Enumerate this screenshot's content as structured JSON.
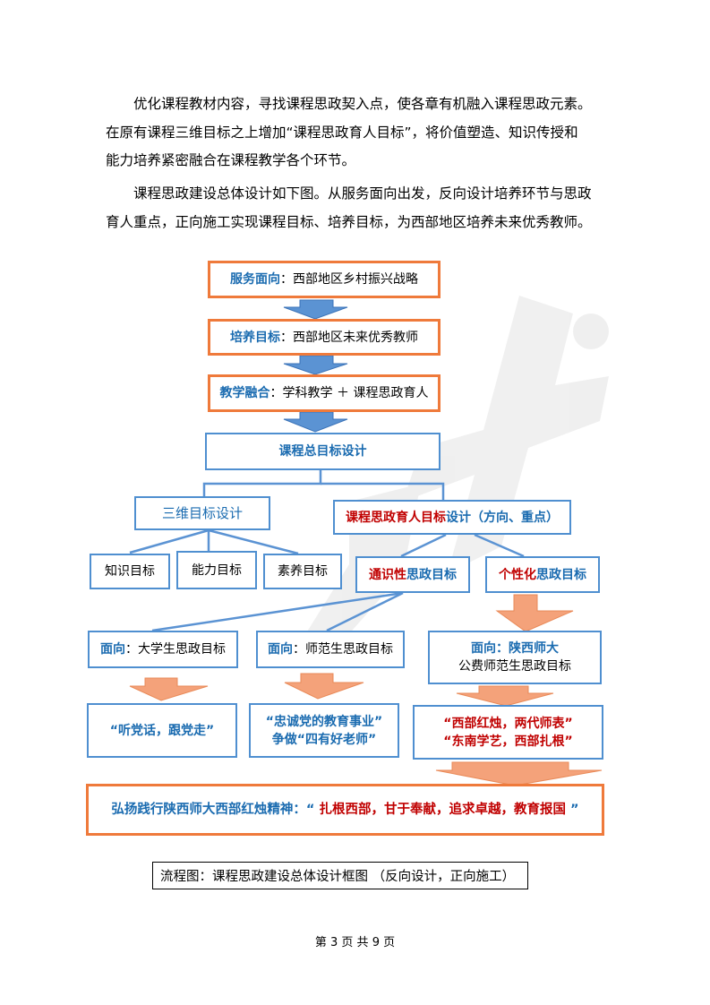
{
  "paragraphs": [
    [
      "优化课程教材内容，寻找课程思政契入点，使各章有机融入课程思政元素。",
      "在原有课程三维目标之上增加“课程思政育人目标”，将价值塑造、知识传授和",
      "能力培养紧密融合在课程教学各个环节。"
    ],
    [
      "课程思政建设总体设计如下图。从服务面向出发，反向设计培养环节与思政",
      "育人重点，正向施工实现课程目标、培养目标，为西部地区培养未来优秀教师。"
    ]
  ],
  "flow": {
    "service": {
      "label": "服务面向",
      "text": "：西部地区乡村振兴战略"
    },
    "training": {
      "label": "培养目标",
      "text": "：西部地区未来优秀教师"
    },
    "fusion": {
      "label": "教学融合",
      "text": "：学科教学 ＋ 课程思政育人"
    },
    "overall": "课程总目标设计",
    "three_dim": "三维目标设计",
    "ideo": {
      "red": "课程思政育人目标",
      "blue": "设计（方向、重点）"
    },
    "knowledge": "知识目标",
    "ability": "能力目标",
    "literacy": "素养目标",
    "general": {
      "red": "通识性",
      "blue": "思政目标"
    },
    "personal": {
      "red": "个性化",
      "blue": "思政目标"
    },
    "face1": {
      "label": "面向",
      "text": "：大学生思政目标"
    },
    "face2": {
      "label": "面向",
      "text": "：师范生思政目标"
    },
    "face3": {
      "label": "面向：陕西师大",
      "text": "公费师范生思政目标"
    },
    "out1": "“听党话，跟党走”",
    "out2": {
      "line1": "“忠诚党的教育事业”",
      "line2": "争做“四有好老师”"
    },
    "out3": {
      "line1": "“西部红烛，两代师表”",
      "line2": "“东南学艺，西部扎根”"
    },
    "spirit": {
      "blue": "弘扬践行陕西师大西部红烛精神：“",
      "red": " 扎根西部，甘于奉献，追求卓越，教育报国 ",
      "end": "”"
    }
  },
  "caption": "流程图：课程思政建设总体设计框图 （反向设计，正向施工）",
  "footer": "第 3 页 共 9 页",
  "colors": {
    "orange_border": "#ef7a3b",
    "blue_border": "#4f8fd0",
    "blue_arrow": "#5b93d3",
    "orange_arrow": "#f4a27a",
    "label_blue": "#1a6bb0",
    "label_red": "#c00000"
  }
}
